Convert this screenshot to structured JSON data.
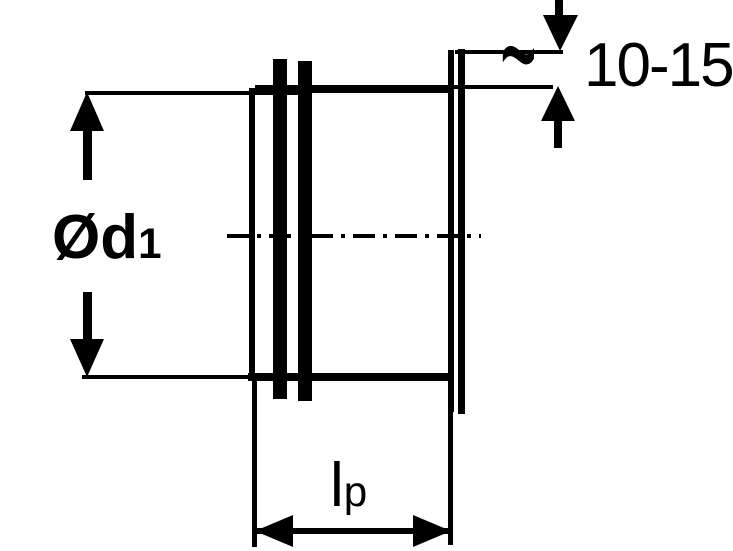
{
  "drawing": {
    "background": "#ffffff",
    "ink": "#000000",
    "labels": {
      "diameter": {
        "main": "Ød",
        "sub": "1"
      },
      "approx": "~",
      "offset_range": "10-15",
      "insertion_depth": {
        "main": "l",
        "sub": "p"
      }
    }
  }
}
